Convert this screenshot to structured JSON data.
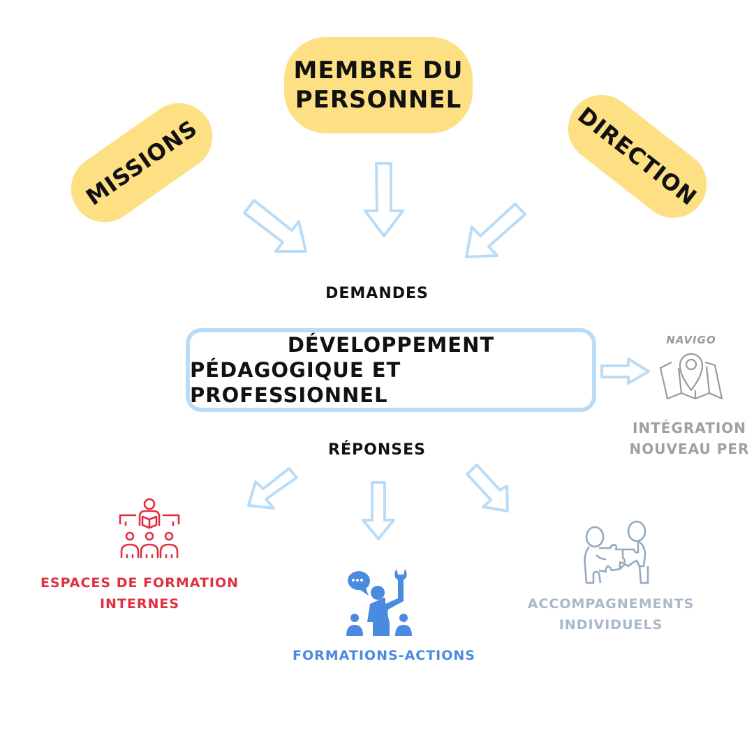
{
  "colors": {
    "pill": "#fde083",
    "arrow": "#b9dcf8",
    "red": "#e0303f",
    "blue": "#4a8be0",
    "grey": "#9a9a9a",
    "steel": "#a9b8c8"
  },
  "sources": {
    "membre": {
      "line1": "MEMBRE DU",
      "line2": "PERSONNEL"
    },
    "missions": "MISSIONS",
    "direction": "DIRECTION"
  },
  "demandes_label": "DEMANDES",
  "center": {
    "line1": "DÉVELOPPEMENT",
    "line2": "PÉDAGOGIQUE ET PROFESSIONNEL"
  },
  "reponses_label": "RÉPONSES",
  "navigo": {
    "brand": "NAVIGO",
    "icon": "map-pin-icon",
    "line1": "INTÉGRATION",
    "line2": "NOUVEAU PER"
  },
  "outcomes": [
    {
      "icon": "classroom-icon",
      "line1": "ESPACES DE FORMATION",
      "line2": "INTERNES"
    },
    {
      "icon": "trainer-tool-icon",
      "line1": "FORMATIONS-ACTIONS"
    },
    {
      "icon": "puzzle-people-icon",
      "line1": "ACCOMPAGNEMENTS",
      "line2": "INDIVIDUELS"
    }
  ]
}
